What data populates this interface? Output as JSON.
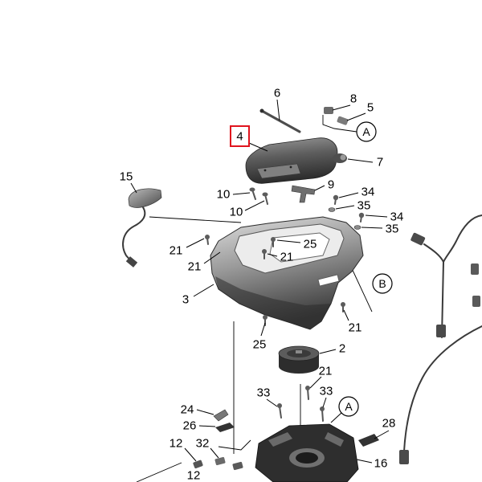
{
  "callouts": [
    "6",
    "8",
    "5",
    "7",
    "15",
    "10",
    "10",
    "9",
    "34",
    "35",
    "34",
    "35",
    "21",
    "25",
    "21",
    "21",
    "3",
    "21",
    "25",
    "2",
    "21",
    "33",
    "33",
    "24",
    "26",
    "28",
    "12",
    "32",
    "16",
    "12"
  ],
  "selected_callout": "4",
  "reference_marks": [
    "A",
    "B",
    "A"
  ],
  "colors": {
    "highlight_box": "#e0141e",
    "line": "#000000",
    "part_dark": "#2e2e2e",
    "part_light": "#d9d9d9"
  }
}
